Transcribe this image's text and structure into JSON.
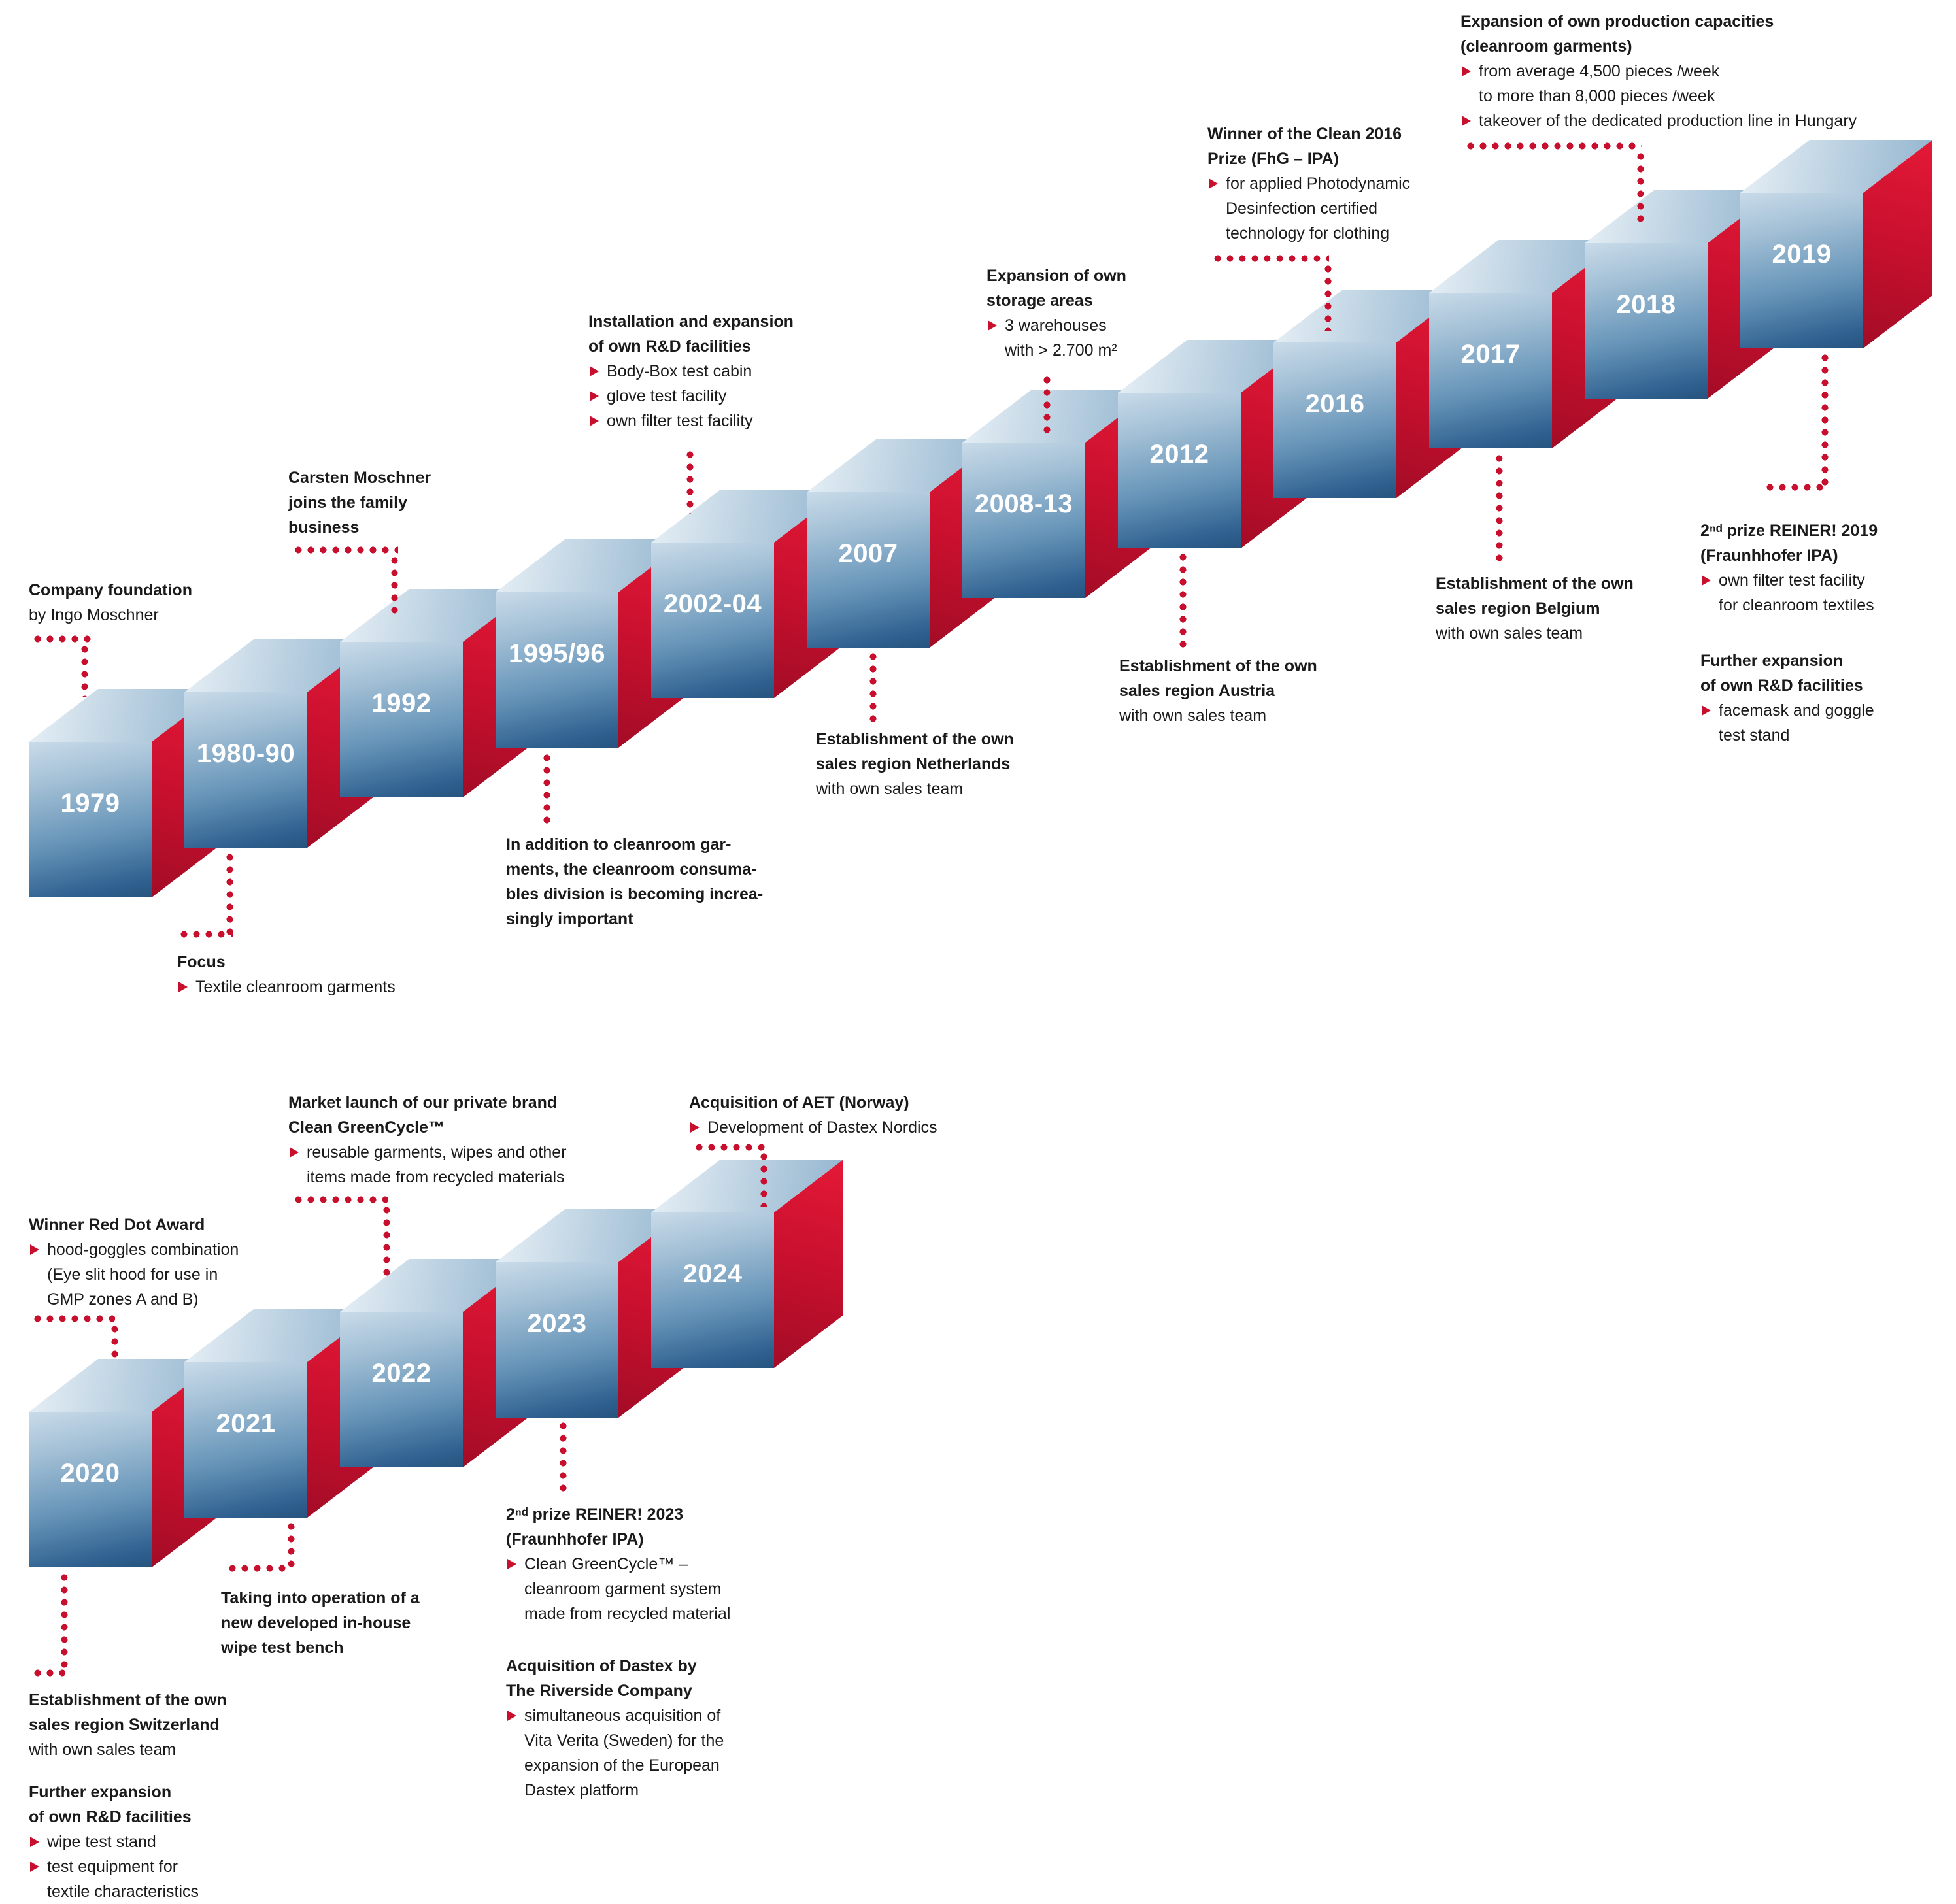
{
  "colors": {
    "accent_red": "#c8102e",
    "cube_blue_dark": "#2a5a85",
    "cube_blue_light": "#c2d6e6",
    "text": "#1a1a1a"
  },
  "cubes": {
    "row1": [
      "1979",
      "1980-90",
      "1992",
      "1995/96",
      "2002-04",
      "2007",
      "2008-13",
      "2012",
      "2016",
      "2017",
      "2018",
      "2019"
    ],
    "row2": [
      "2020",
      "2021",
      "2022",
      "2023",
      "2024"
    ]
  },
  "ann": {
    "company_foundation": {
      "title": "Company foundation",
      "body": "by Ingo Moschner"
    },
    "focus": {
      "title": "Focus",
      "items": [
        "Textile cleanroom garments"
      ]
    },
    "carsten": {
      "title": "Carsten Moschner\njoins the family\nbusiness"
    },
    "consumables": {
      "title": "In addition to cleanroom gar-\nments, the cleanroom consuma-\nbles division is becoming increa-\nsingly important"
    },
    "rd_facilities": {
      "title": "Installation and expansion\nof own R&D facilities",
      "items": [
        "Body-Box test cabin",
        "glove test facility",
        "own filter test facility"
      ]
    },
    "netherlands": {
      "title": "Establishment of the own\nsales region Netherlands",
      "body": "with own sales team"
    },
    "storage": {
      "title": "Expansion of own\nstorage areas",
      "items": [
        "3 warehouses\nwith > 2.700 m²"
      ]
    },
    "austria": {
      "title": "Establishment of the own\nsales region Austria",
      "body": "with own sales team"
    },
    "clean_prize": {
      "title": "Winner of the Clean 2016\nPrize (FhG – IPA)",
      "items": [
        "for applied Photodynamic\nDesinfection certified\ntechnology for clothing"
      ]
    },
    "belgium": {
      "title": "Establishment of the own\nsales region Belgium",
      "body": "with own sales team"
    },
    "production": {
      "title": "Expansion of own production capacities\n(cleanroom garments)",
      "items": [
        "from average 4,500 pieces /week\nto more than 8,000 pieces /week",
        "takeover of the dedicated production line in Hungary"
      ]
    },
    "reiner_2019": {
      "title": "2ⁿᵈ prize REINER! 2019\n(Fraunhhofer IPA)",
      "items": [
        "own filter test facility\nfor cleanroom textiles"
      ]
    },
    "rd_2019": {
      "title": "Further expansion\nof own R&D facilities",
      "items": [
        "facemask and goggle\ntest stand"
      ]
    },
    "red_dot": {
      "title": "Winner Red Dot Award",
      "items": [
        "hood-goggles combination\n(Eye slit hood for use in\nGMP zones A and B)"
      ]
    },
    "switzerland": {
      "title": "Establishment of the own\nsales region Switzerland",
      "body": "with own sales team"
    },
    "rd_2020": {
      "title": "Further expansion\nof own R&D facilities",
      "items": [
        "wipe test stand",
        "test equipment for\ntextile characteristics"
      ]
    },
    "wipe_bench": {
      "title": "Taking into operation of a\nnew developed in-house\nwipe test bench"
    },
    "greencycle": {
      "title": "Market launch of our private brand\nClean GreenCycle™",
      "items": [
        "reusable garments, wipes and other\nitems made from recycled materials"
      ]
    },
    "aet": {
      "title": "Acquisition of AET (Norway)",
      "items": [
        "Development of Dastex Nordics"
      ]
    },
    "reiner_2023": {
      "title": "2ⁿᵈ prize REINER! 2023\n(Fraunhhofer IPA)",
      "items": [
        "Clean GreenCycle™ –\ncleanroom garment system\nmade from recycled material"
      ]
    },
    "riverside": {
      "title": "Acquisition of Dastex by\nThe Riverside Company",
      "items": [
        "simultaneous acquisition of\nVita Verita (Sweden) for the\nexpansion of the European\nDastex platform"
      ]
    }
  }
}
